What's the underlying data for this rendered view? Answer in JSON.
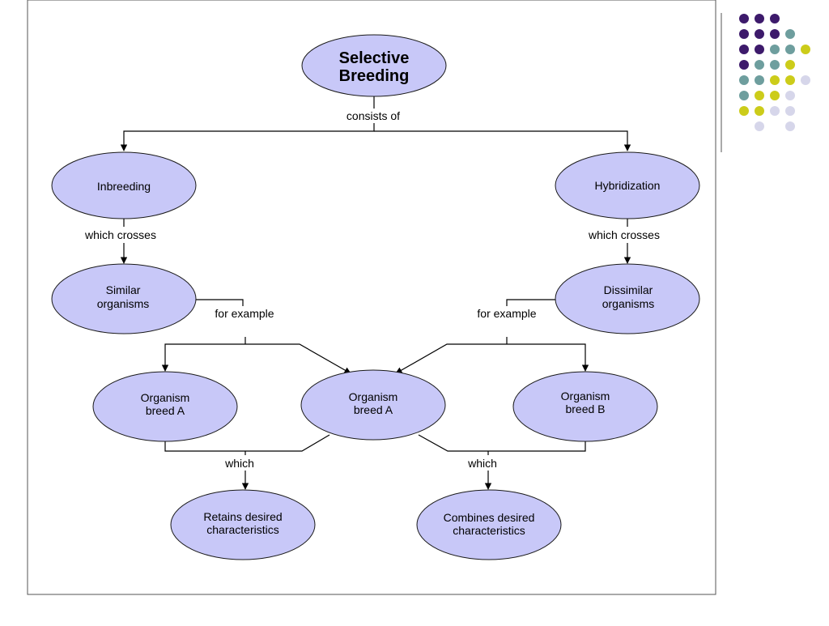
{
  "colors": {
    "node_fill": "#c8c8f8",
    "dot_purple": "#3d1a6b",
    "dot_teal": "#6e9e9e",
    "dot_yellow": "#cccc1a",
    "dot_lavender": "#d6d6ea"
  },
  "diagram": {
    "root": {
      "line1": "Selective",
      "line2": "Breeding"
    },
    "root_link": "consists of",
    "left": {
      "method": "Inbreeding",
      "link": "which crosses",
      "crosses": {
        "line1": "Similar",
        "line2": "organisms"
      },
      "example_link": "for example",
      "result_link": "which",
      "result": {
        "line1": "Retains desired",
        "line2": "characteristics"
      }
    },
    "right": {
      "method": "Hybridization",
      "link": "which crosses",
      "crosses": {
        "line1": "Dissimilar",
        "line2": "organisms"
      },
      "example_link": "for example",
      "result_link": "which",
      "result": {
        "line1": "Combines desired",
        "line2": "characteristics"
      }
    },
    "breeds": [
      {
        "line1": "Organism",
        "line2": "breed A"
      },
      {
        "line1": "Organism",
        "line2": "breed A"
      },
      {
        "line1": "Organism",
        "line2": "breed B"
      }
    ]
  }
}
